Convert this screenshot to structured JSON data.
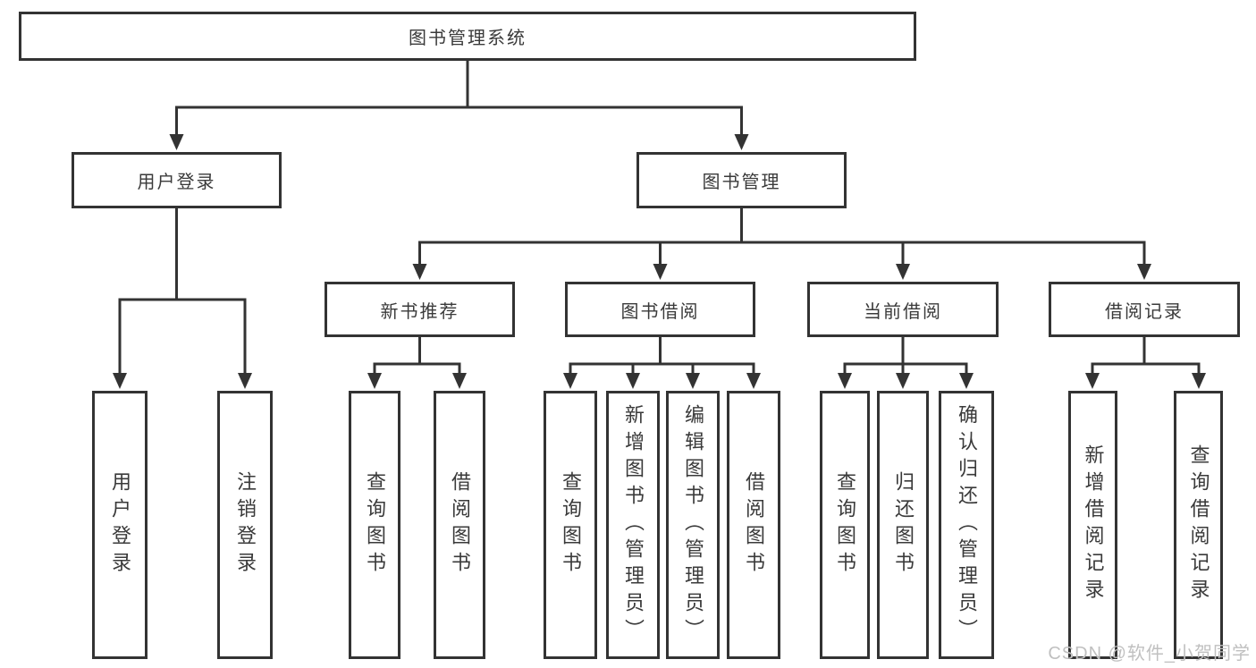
{
  "watermark": "CSDN @软件_小贺同学",
  "colors": {
    "line": "#333333",
    "text": "#3a3a3a",
    "box_background": "#ffffff",
    "page_background": "#ffffff",
    "watermark": "#c0c0c0"
  },
  "tree": {
    "root": {
      "label": "图书管理系统"
    },
    "branches": [
      {
        "label": "用户登录",
        "children": [
          {
            "label": "用户登录"
          },
          {
            "label": "注销登录"
          }
        ]
      },
      {
        "label": "图书管理",
        "children": [
          {
            "label": "新书推荐",
            "children": [
              {
                "label": "查询图书"
              },
              {
                "label": "借阅图书"
              }
            ]
          },
          {
            "label": "图书借阅",
            "children": [
              {
                "label": "查询图书"
              },
              {
                "label": "新增图书（管理员）"
              },
              {
                "label": "编辑图书（管理员）"
              },
              {
                "label": "借阅图书"
              }
            ]
          },
          {
            "label": "当前借阅",
            "children": [
              {
                "label": "查询图书"
              },
              {
                "label": "归还图书"
              },
              {
                "label": "确认归还（管理员）"
              }
            ]
          },
          {
            "label": "借阅记录",
            "children": [
              {
                "label": "新增借阅记录"
              },
              {
                "label": "查询借阅记录"
              }
            ]
          }
        ]
      }
    ]
  }
}
